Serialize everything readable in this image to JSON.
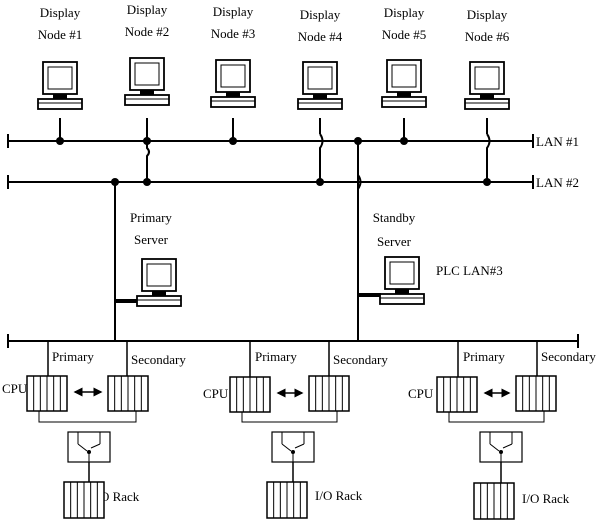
{
  "display_nodes": [
    {
      "line1": "Display",
      "line2": "Node #1"
    },
    {
      "line1": "Display",
      "line2": "Node #2"
    },
    {
      "line1": "Display",
      "line2": "Node #3"
    },
    {
      "line1": "Display",
      "line2": "Node #4"
    },
    {
      "line1": "Display",
      "line2": "Node #5"
    },
    {
      "line1": "Display",
      "line2": "Node #6"
    }
  ],
  "lans": {
    "lan1": "LAN #1",
    "lan2": "LAN #2",
    "plc": "PLC LAN#3"
  },
  "servers": {
    "primary": {
      "line1": "Primary",
      "line2": "Server"
    },
    "standby": {
      "line1": "Standby",
      "line2": "Server"
    }
  },
  "plc_groups": [
    {
      "primary": "Primary",
      "secondary": "Secondary",
      "cpu": "CPU",
      "rack": "I/O Rack"
    },
    {
      "primary": "Primary",
      "secondary": "Secondary",
      "cpu": "CPU",
      "rack": "I/O Rack"
    },
    {
      "primary": "Primary",
      "secondary": "Secondary",
      "cpu": "CPU",
      "rack": "I/O Rack"
    }
  ]
}
